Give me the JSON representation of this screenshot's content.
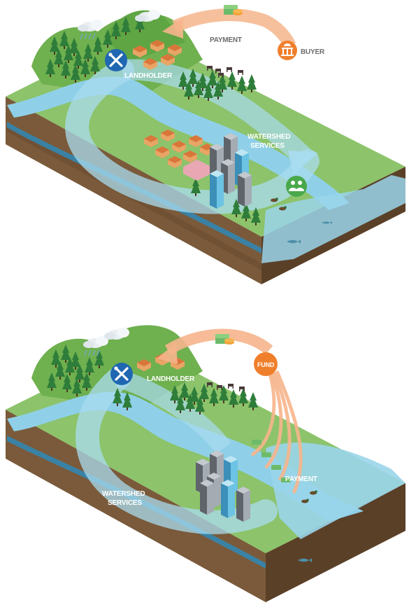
{
  "panels": [
    {
      "id": "top",
      "labels": {
        "payment": "PAYMENT",
        "buyer": "BUYER",
        "landholder": "LANDHOLDER",
        "services_line1": "WATERSHED",
        "services_line2": "SERVICES"
      },
      "icons": [
        "tools-icon",
        "capitol-icon",
        "people-icon",
        "money-stack-icon"
      ]
    },
    {
      "id": "bottom",
      "labels": {
        "fund": "FUND",
        "landholder": "LANDHOLDER",
        "payment": "PAYMENT",
        "services_line1": "WATERSHED",
        "services_line2": "SERVICES"
      },
      "icons": [
        "tools-icon",
        "money-stack-icon"
      ]
    }
  ],
  "colors": {
    "land": "#8cc36b",
    "hill": "#6fb04f",
    "soil": "#7a5a3a",
    "soil_dark": "#5b4028",
    "water": "#8fd0e8",
    "flow_arrow": "#a9dcef",
    "payment_arrow": "#f6b58c",
    "fund_orange": "#f07f2c",
    "landholder_blue": "#1f67b1",
    "people_green": "#4aa84c",
    "label_white": "#ffffff",
    "label_grey": "#6b6b6b"
  }
}
